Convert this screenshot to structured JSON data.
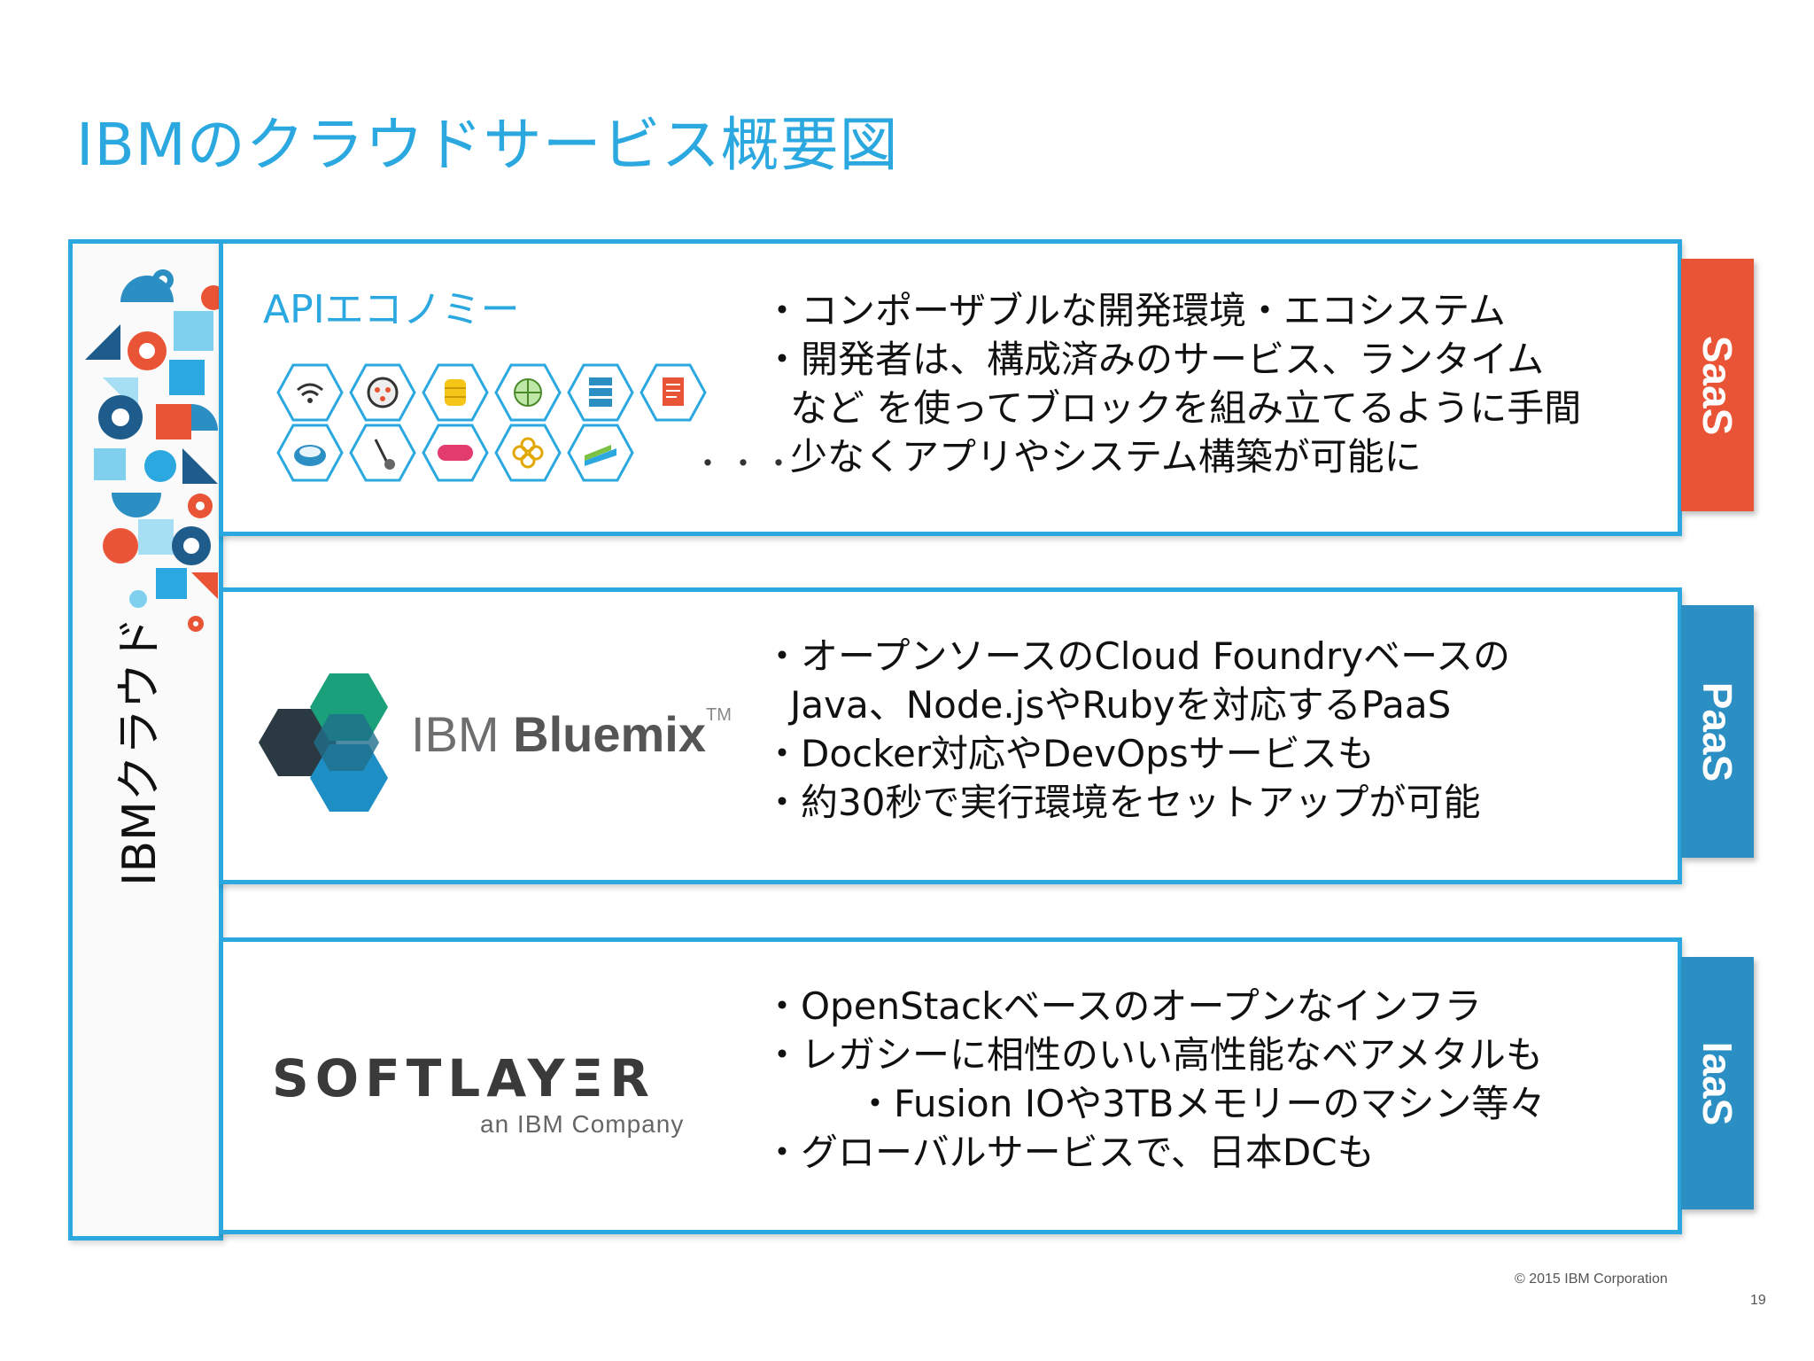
{
  "slide": {
    "title": "IBMのクラウドサービス概要図",
    "side_label": "IBMクラウド",
    "copyright": "© 2015 IBM Corporation",
    "page_number": "19"
  },
  "colors": {
    "accent": "#2aa8df",
    "saas_tab": "#ea5436",
    "paas_tab": "#2c8fc4",
    "iaas_tab": "#2c8fc4"
  },
  "panels": [
    {
      "heading": "APIエコノミー",
      "tab": "SaaS",
      "ellipsis": "・・・",
      "icons": [
        "wifi-icon",
        "dots-icon",
        "database-icon",
        "globe-icon",
        "server-icon",
        "document-icon",
        "cloud-icon",
        "plug-icon",
        "pill-icon",
        "flower-icon",
        "pitney-bowes-icon"
      ],
      "bullets": [
        "・コンポーザブルな開発環境・エコシステム",
        "・開発者は、構成済みのサービス、ランタイム",
        "など を使ってブロックを組み立てるように手間",
        "少なくアプリやシステム構築が可能に"
      ]
    },
    {
      "logo_text_light": "IBM ",
      "logo_text_bold": "Bluemix",
      "logo_tm": "TM",
      "tab": "PaaS",
      "bullets": [
        "・オープンソースのCloud Foundryベースの",
        "Java、Node.jsやRubyを対応するPaaS",
        "・Docker対応やDevOpsサービスも",
        "・約30秒で実行環境をセットアップが可能"
      ]
    },
    {
      "logo_word": "SOFTLAYΞR",
      "logo_tagline": "an IBM Company",
      "tab": "IaaS",
      "bullets": [
        "・OpenStackベースのオープンなインフラ",
        "・レガシーに相性のいい高性能なベアメタルも",
        "・Fusion IOや3TBメモリーのマシン等々",
        "・グローバルサービスで、日本DCも"
      ]
    }
  ]
}
